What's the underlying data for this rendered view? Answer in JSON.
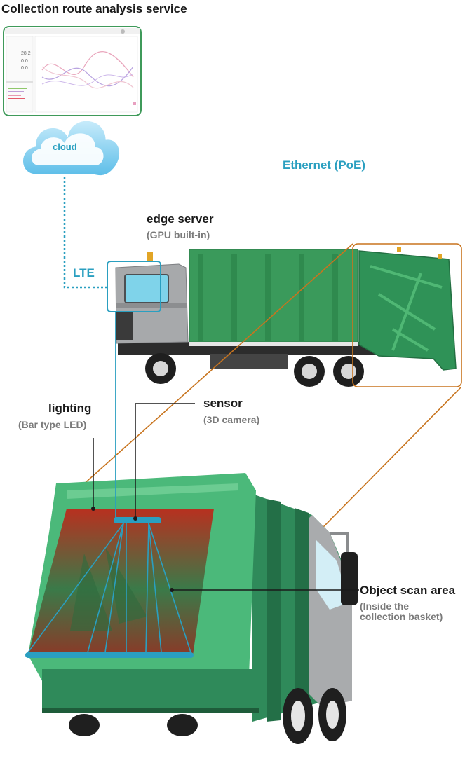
{
  "title": "Collection route analysis service",
  "dashboard": {
    "values": [
      "28.2",
      "0.0",
      "0.0"
    ]
  },
  "cloud_label": "cloud",
  "ethernet_label": "Ethernet (PoE)",
  "lte_label": "LTE",
  "edge_server": {
    "title": "edge server",
    "subtitle": "(GPU built-in)"
  },
  "lighting": {
    "title": "lighting",
    "subtitle": "(Bar type LED)"
  },
  "sensor": {
    "title": "sensor",
    "subtitle": "(3D camera)"
  },
  "object_scan": {
    "title": "Object scan area",
    "subtitle_line1": "(Inside the",
    "subtitle_line2": "collection basket)"
  },
  "colors": {
    "teal": "#2a9fc0",
    "truck_green": "#3a9a5b",
    "bracket_orange": "#c8741e",
    "dashboard_border": "#3f9a5a"
  }
}
